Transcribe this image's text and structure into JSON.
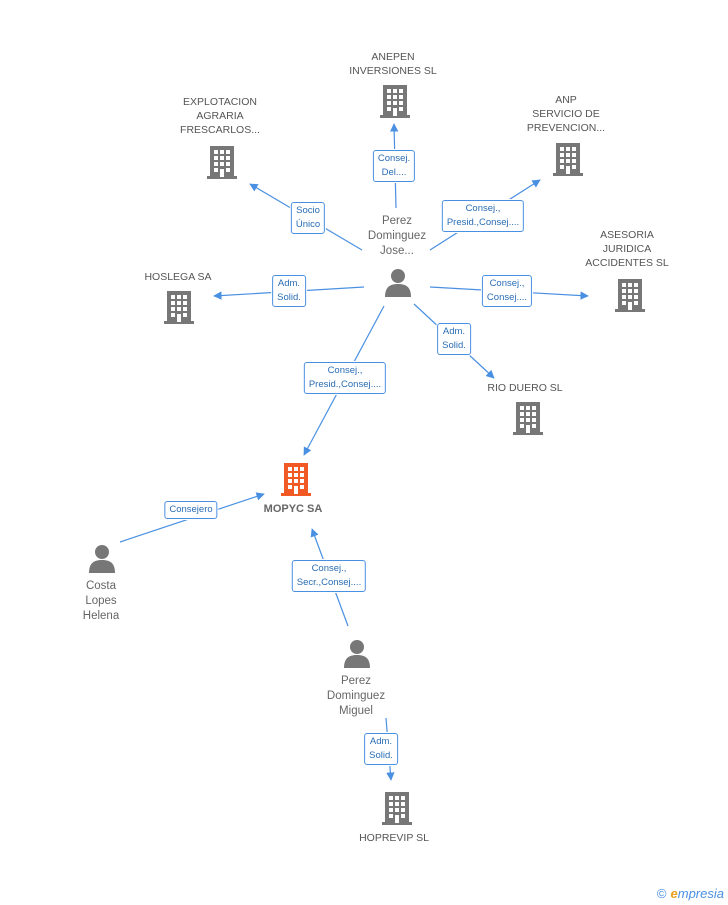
{
  "colors": {
    "edge": "#4a90e2",
    "building": "#777777",
    "focus_building": "#f15a24",
    "person": "#777777"
  },
  "nodes": {
    "anepen": "ANEPEN\nINVERSIONES SL",
    "explotacion": "EXPLOTACION\nAGRARIA\nFRESCARLOS...",
    "anp": "ANP\nSERVICIO DE\nPREVENCION...",
    "asesoria": "ASESORIA\nJURIDICA\nACCIDENTES SL",
    "hoslega": "HOSLEGA SA",
    "rio_duero": "RIO DUERO  SL",
    "mopyc": "MOPYC SA",
    "hoprevip": "HOPREVIP SL",
    "perez_jose": "Perez\nDominguez\nJose...",
    "costa": "Costa\nLopes\nHelena",
    "perez_miguel": "Perez\nDominguez\nMiguel"
  },
  "edges": {
    "to_anepen": "Consej.\nDel....",
    "to_explotacion": "Socio\nÚnico",
    "to_anp": "Consej.,\nPresid.,Consej....",
    "to_hoslega": "Adm.\nSolid.",
    "to_asesoria": "Consej.,\nConsej....",
    "to_rio_duero": "Adm.\nSolid.",
    "jose_to_mopyc": "Consej.,\nPresid.,Consej....",
    "costa_to_mopyc": "Consejero",
    "miguel_to_mopyc": "Consej.,\nSecr.,Consej....",
    "to_hoprevip": "Adm.\nSolid."
  },
  "icons": {
    "building": "building-icon",
    "person": "person-icon"
  },
  "logo": {
    "copyright": "©",
    "e": "e",
    "rest": "mpresia"
  }
}
